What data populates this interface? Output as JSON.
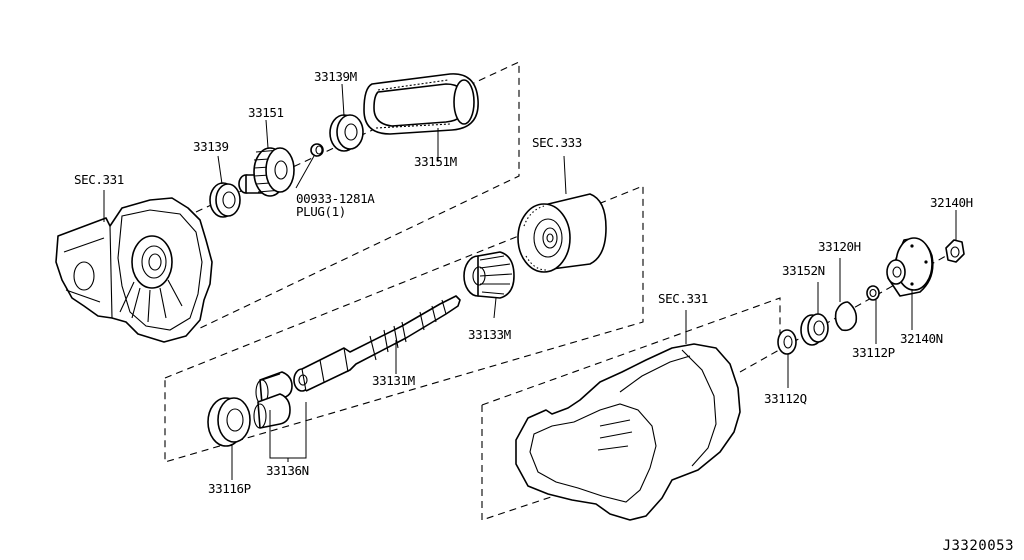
{
  "diagram_ref": "J3320053",
  "labels": {
    "p33139m": "33139M",
    "p33151": "33151",
    "p33139": "33139",
    "sec331_left": "SEC.331",
    "p33151m": "33151M",
    "plug_part": "00933-1281A",
    "plug_name": "PLUG(1)",
    "sec333": "SEC.333",
    "p33133m": "33133M",
    "p33131m": "33131M",
    "p33116p": "33116P",
    "p33136n": "33136N",
    "sec331_right": "SEC.331",
    "p33120h": "33120H",
    "p32140h": "32140H",
    "p33152n": "33152N",
    "p33112p": "33112P",
    "p32140n": "32140N",
    "p33112q": "33112Q"
  }
}
